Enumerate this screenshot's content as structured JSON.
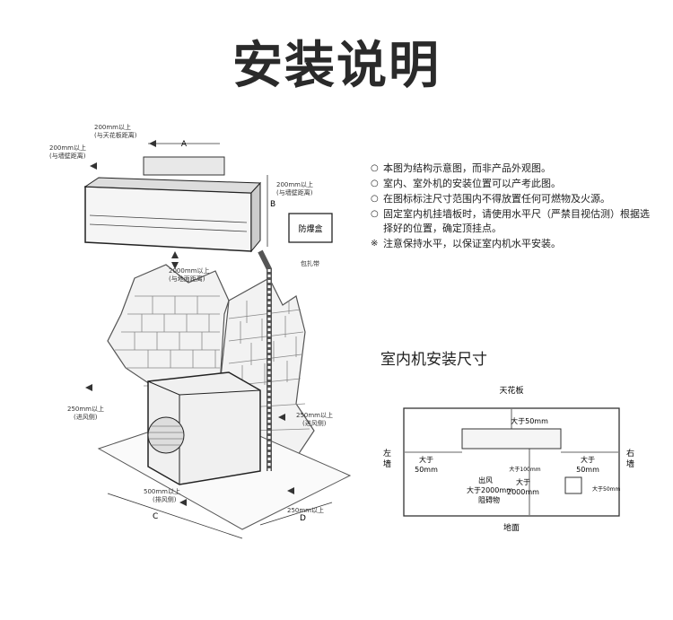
{
  "title": "安装说明",
  "notes": [
    {
      "marker": "○",
      "text": "本图为结构示意图，而非产品外观图。"
    },
    {
      "marker": "○",
      "text": "室内、室外机的安装位置可以产考此图。"
    },
    {
      "marker": "○",
      "text": "在图标标注尺寸范围内不得放置任何可燃物及火源。"
    },
    {
      "marker": "○",
      "text": "固定室内机挂墙板时，请使用水平尺（严禁目视估测）根据选择好的位置，确定顶挂点。"
    },
    {
      "marker": "※",
      "text": "注意保持水平，以保证室内机水平安装。"
    }
  ],
  "left_diagram": {
    "label_A": "A",
    "label_B": "B",
    "label_C": "C",
    "label_D": "D",
    "top_clearance": "200mm以上",
    "top_clearance_sub": "(与天花板距离)",
    "left_clearance": "200mm以上",
    "left_clearance_sub": "(与墙壁距离)",
    "right_clearance": "200mm以上",
    "right_clearance_sub": "(与墙壁距离)",
    "box_label": "防爆盒",
    "strap_label": "包扎带",
    "bottom_clearance": "2000mm以上",
    "bottom_clearance_sub": "(与地面距离)",
    "outdoor_left": "250mm以上",
    "outdoor_left_sub": "(进风侧)",
    "outdoor_right": "250mm以上",
    "outdoor_right_sub": "(进风侧)",
    "outdoor_front": "500mm以上",
    "outdoor_front_sub": "(排风侧)",
    "outdoor_side": "250mm以上"
  },
  "right_diagram": {
    "subtitle": "室内机安装尺寸",
    "ceiling": "天花板",
    "floor": "地面",
    "left_wall_1": "左",
    "left_wall_2": "墙",
    "right_wall_1": "右",
    "right_wall_2": "墙",
    "top_gap": "大于50mm",
    "left_gap_1": "大于",
    "left_gap_2": "50mm",
    "right_gap_1": "大于",
    "right_gap_2": "50mm",
    "center_gap": "大于100mm",
    "outlet_1": "出风",
    "outlet_2": "大于2000mm",
    "outlet_3": "阻碍物",
    "floor_gap_1": "大于",
    "floor_gap_2": "2000mm",
    "box_gap": "大于50mm"
  }
}
